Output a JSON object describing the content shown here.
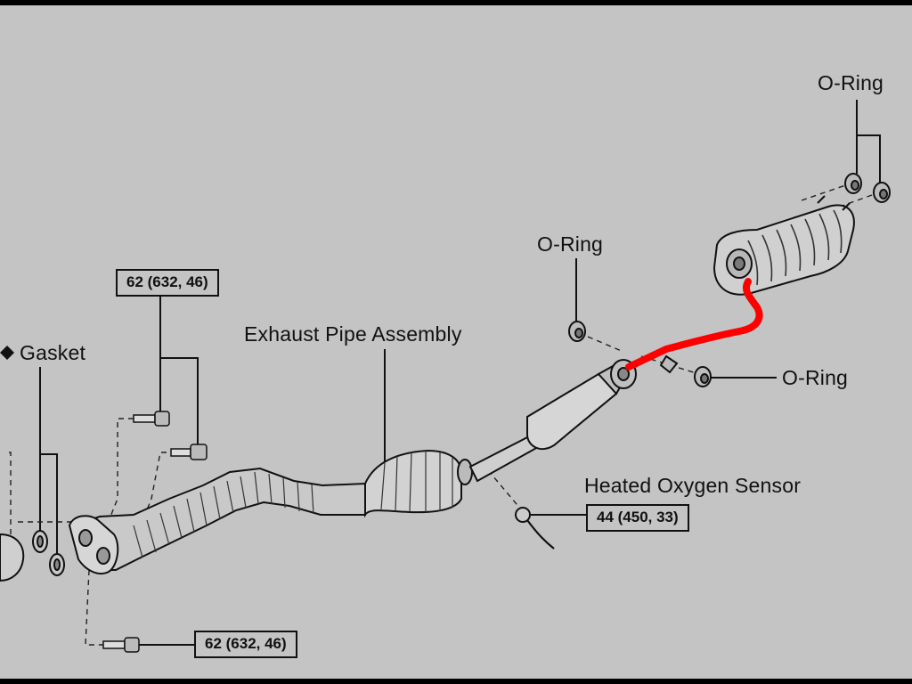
{
  "labels": {
    "o_ring_top": "O-Ring",
    "o_ring_mid": "O-Ring",
    "o_ring_right": "O-Ring",
    "gasket": "Gasket",
    "exhaust_pipe_assembly": "Exhaust Pipe Assembly",
    "heated_oxygen_sensor": "Heated Oxygen Sensor"
  },
  "torque_specs": {
    "upper_bolts": "62 (632, 46)",
    "lower_bolt": "62 (632, 46)",
    "oxygen_sensor": "44 (450, 33)"
  },
  "colors": {
    "background": "#c4c4c4",
    "frame": "#000000",
    "highlight": "#ff0000",
    "line": "#111111"
  }
}
